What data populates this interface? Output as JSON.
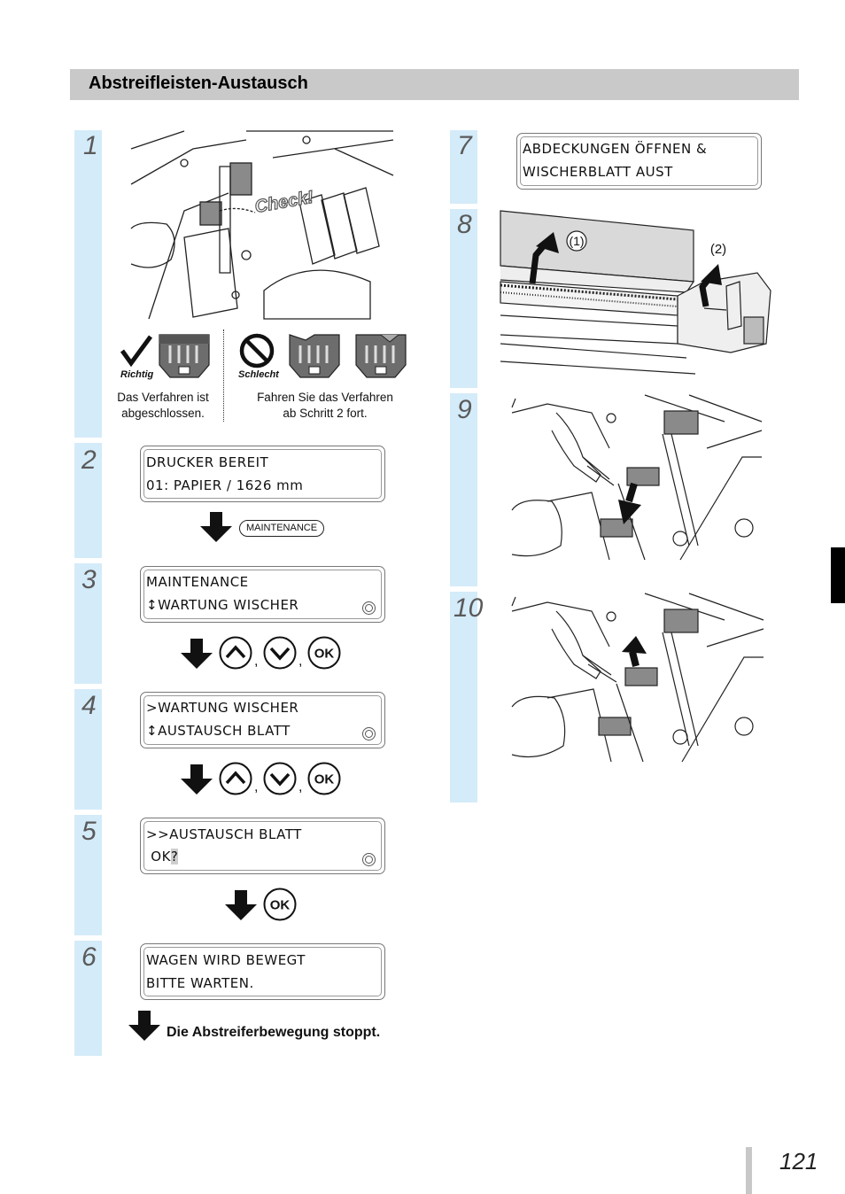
{
  "header": {
    "title": "Abstreifleisten-Austausch"
  },
  "steps": {
    "s1": {
      "num": "1",
      "check_label": "Check!",
      "good_label": "Richtig",
      "bad_label": "Schlecht",
      "good_caption_1": "Das Verfahren ist",
      "good_caption_2": "abgeschlossen.",
      "bad_caption_1": "Fahren Sie das Verfahren",
      "bad_caption_2": "ab Schritt 2 fort."
    },
    "s2": {
      "num": "2",
      "lcd_line1": "DRUCKER BEREIT",
      "lcd_line2": "01: PAPIER / 1626 mm",
      "key": "MAINTENANCE"
    },
    "s3": {
      "num": "3",
      "lcd_line1": "MAINTENANCE",
      "lcd_line2": "↕WARTUNG WISCHER",
      "ok": "OK"
    },
    "s4": {
      "num": "4",
      "lcd_line1": ">WARTUNG WISCHER",
      "lcd_line2": "↕AUSTAUSCH BLATT",
      "ok": "OK"
    },
    "s5": {
      "num": "5",
      "lcd_line1": ">>AUSTAUSCH BLATT",
      "lcd_line2_a": " OK",
      "lcd_line2_b": "?",
      "ok": "OK"
    },
    "s6": {
      "num": "6",
      "lcd_line1": "WAGEN WIRD BEWEGT",
      "lcd_line2": "BITTE WARTEN.",
      "note": "Die Abstreiferbewegung stoppt."
    },
    "s7": {
      "num": "7",
      "lcd_line1": "ABDECKUNGEN ÖFFNEN &",
      "lcd_line2": "WISCHERBLATT AUST"
    },
    "s8": {
      "num": "8",
      "callout1": "(1)",
      "callout2": "(2)"
    },
    "s9": {
      "num": "9"
    },
    "s10": {
      "num": "10"
    }
  },
  "page": {
    "number": "121"
  },
  "colors": {
    "step_column": "#d4ebf9",
    "title_bar": "#c9c9c9",
    "ink": "#111111"
  }
}
